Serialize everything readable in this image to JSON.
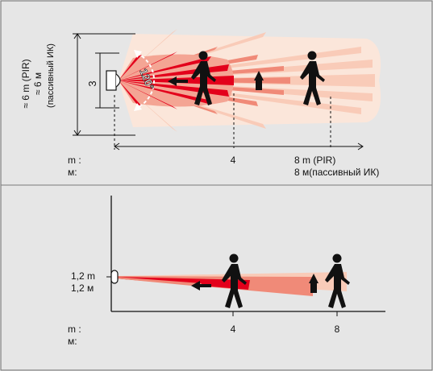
{
  "colors": {
    "panel_bg": "#e6e6e6",
    "border": "#7a7a7a",
    "zone_dark": "#e3001b",
    "zone_mid": "#f08a78",
    "zone_light": "#f9cbb8",
    "silhouette": "#111111"
  },
  "top_view": {
    "height_label_pir": "≈ 6 m (PIR)",
    "height_label_ru": "≈ 6 м",
    "height_label_ru_note": "(пассивный ИК)",
    "width_label": "3",
    "angle_label": "120°",
    "unit_label_m": "m :",
    "unit_label_ru": "м:",
    "tick_4": "4",
    "tick_8_pir": "8 m (PIR)",
    "tick_8_ru": "8 м(пассивный ИК)"
  },
  "side_view": {
    "height_label_m": "1,2 m",
    "height_label_ru": "1,2 м",
    "unit_label_m": "m :",
    "unit_label_ru": "м:",
    "tick_4": "4",
    "tick_8": "8"
  },
  "icons": [
    "sensor-icon",
    "walking-person-icon",
    "arrow-left-icon",
    "arrow-up-icon",
    "arc-arrow-icon"
  ]
}
